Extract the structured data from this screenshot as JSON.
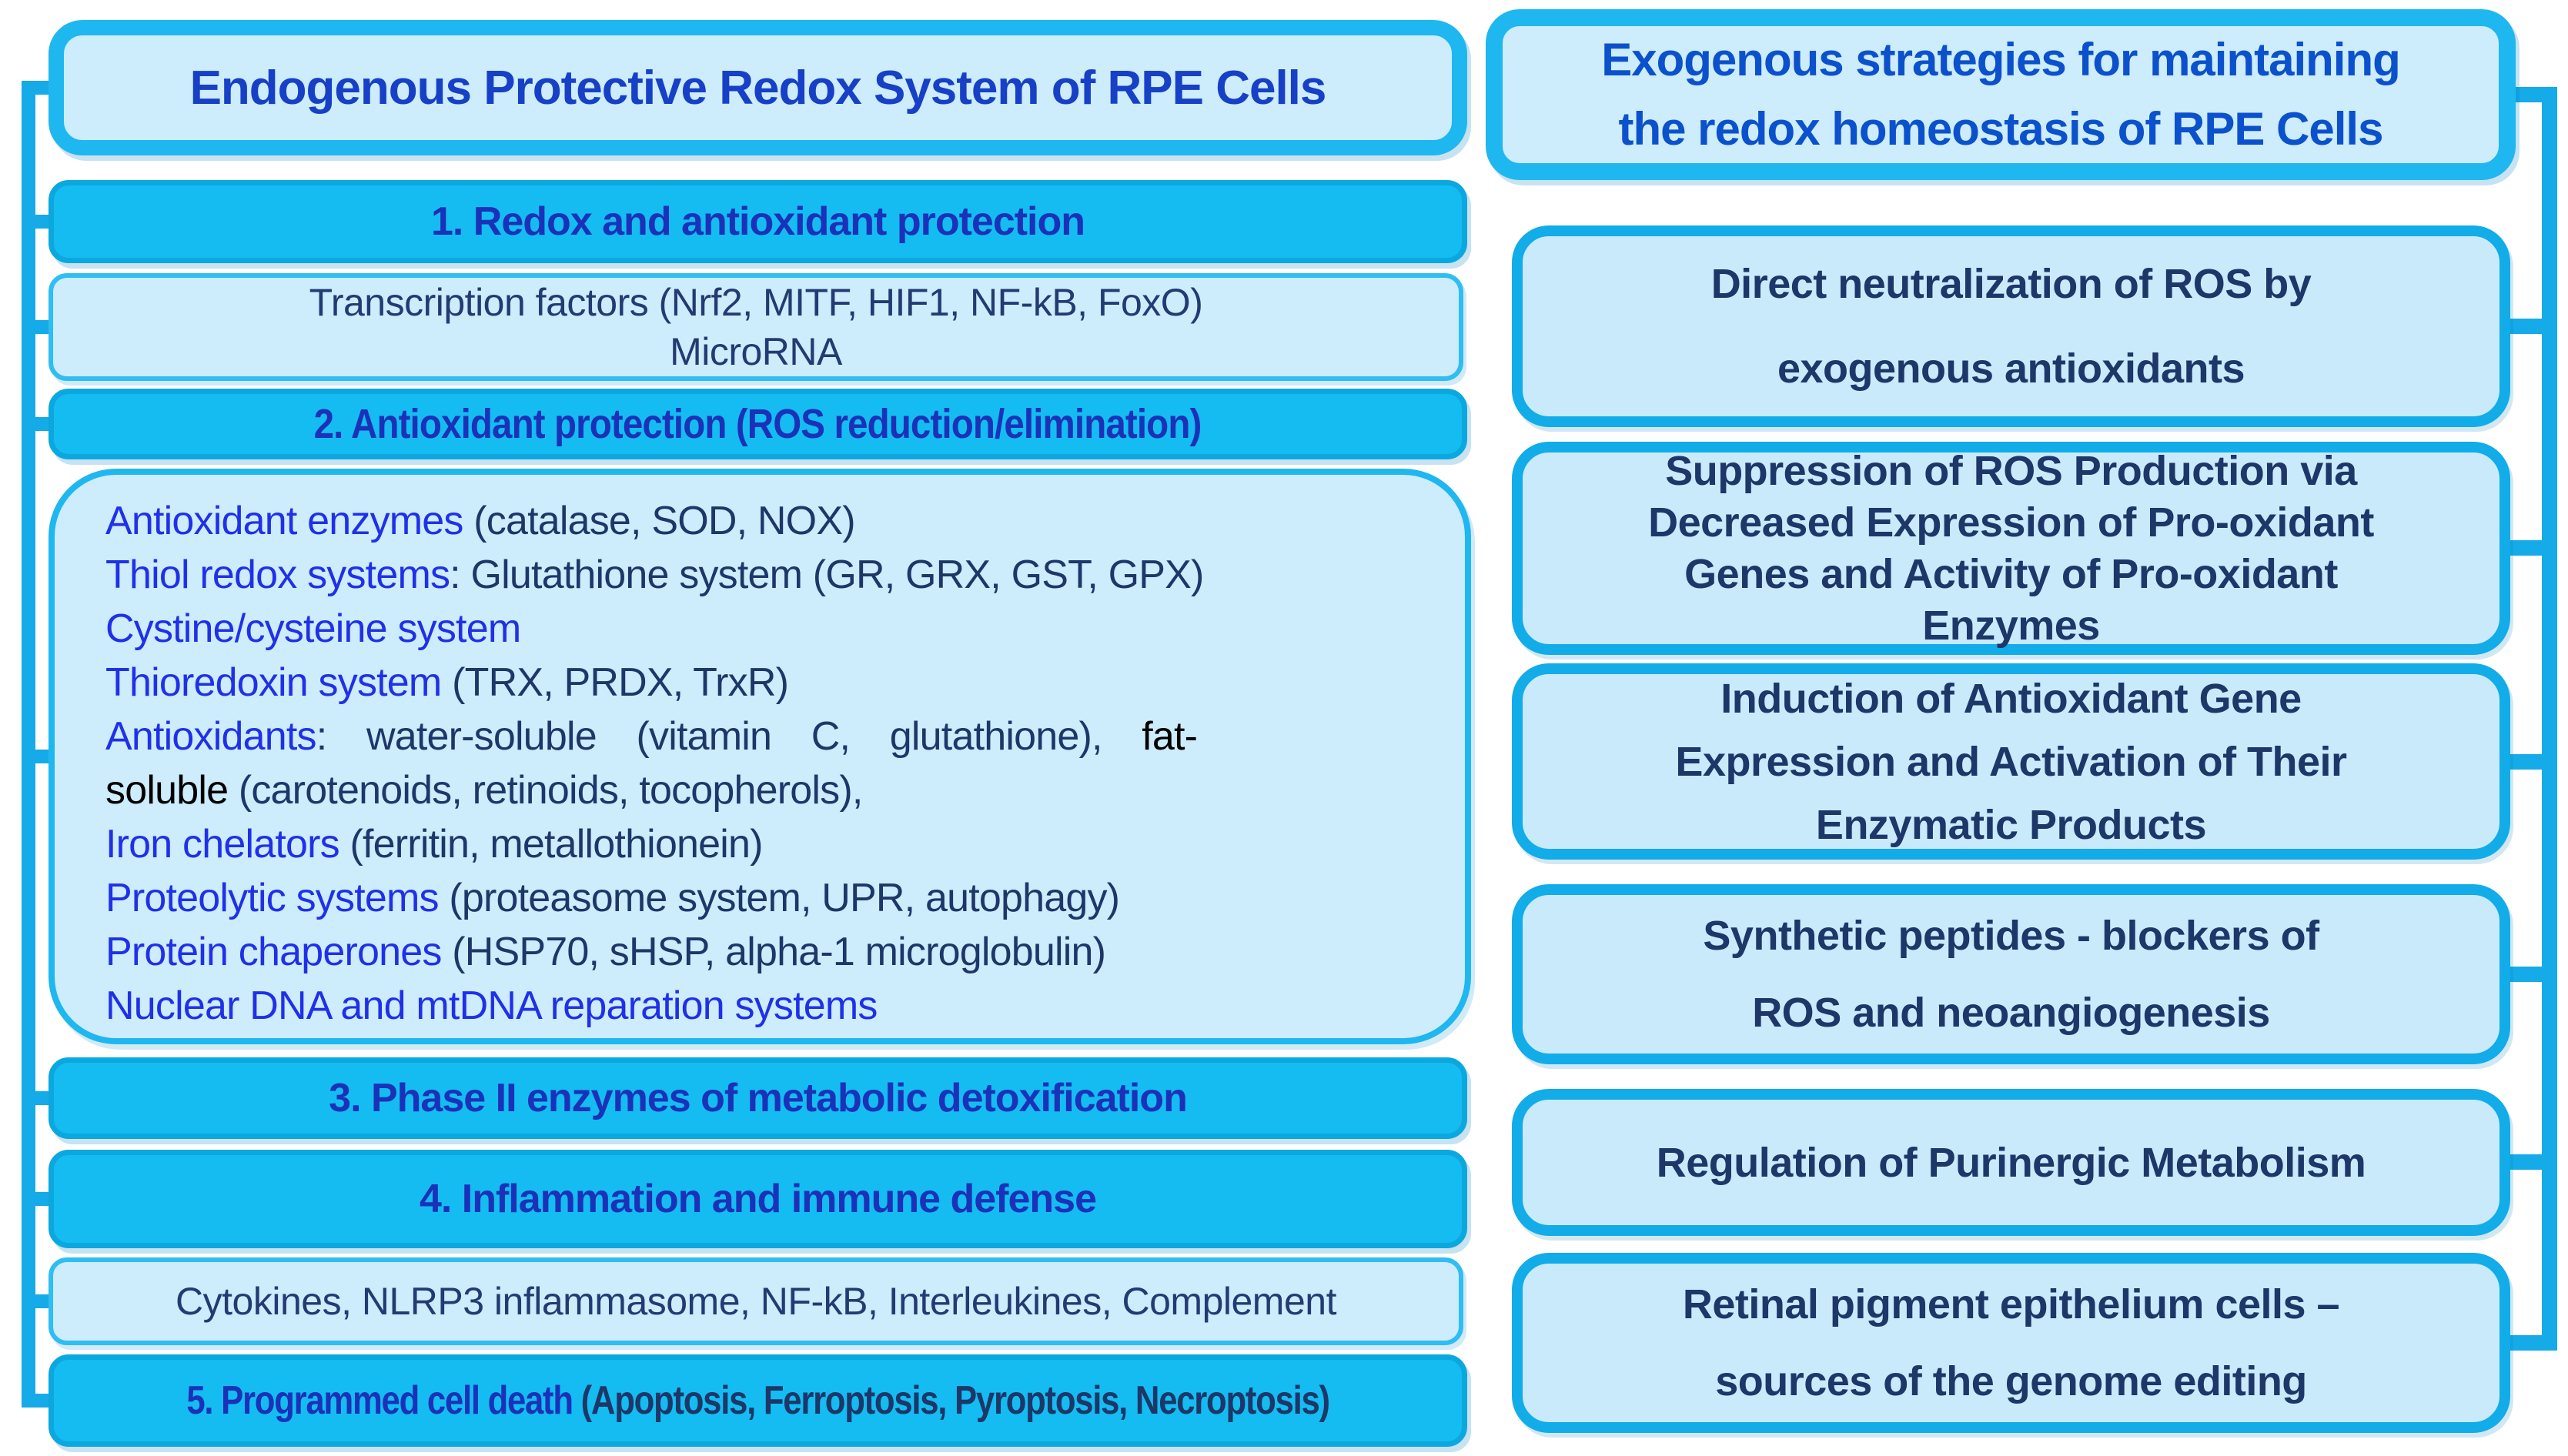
{
  "colors": {
    "connector": "#15AAE8",
    "cyan_box_fill": "#14BCF2",
    "cyan_box_border": "#0BA8DF",
    "light_box_fill": "#CDECFC",
    "light_box_border": "#1FB7F0",
    "right_box_fill": "#C9EAFB",
    "right_box_border": "#12ACE8",
    "left_title_text": "#1740C6",
    "right_title_text": "#0C51CC",
    "section_heading_text": "#1B32B8",
    "category_blue_text": "#2030E8",
    "navy_text": "#1C3768",
    "black_text": "#000000"
  },
  "left_panel": {
    "title": "Endogenous Protective Redox System of RPE Cells",
    "section1": "1. Redox and antioxidant protection",
    "transcription_line1": "Transcription factors (Nrf2, MITF, HIF1, NF-kB, FoxO)",
    "transcription_line2": "MicroRNA",
    "section2": "2. Antioxidant protection (ROS reduction/elimination)",
    "antioxidant_box_lines": [
      {
        "parts": [
          {
            "text": "Antioxidant enzymes",
            "color": "blue"
          },
          {
            "text": " (catalase, SOD, NOX)",
            "color": "navy"
          }
        ]
      },
      {
        "parts": [
          {
            "text": "Thiol redox systems",
            "color": "blue"
          },
          {
            "text": ": Glutathione system (GR, GRX, GST, GPX)",
            "color": "navy"
          }
        ]
      },
      {
        "parts": [
          {
            "text": "Cystine/cysteine system",
            "color": "blue"
          }
        ]
      },
      {
        "parts": [
          {
            "text": "Thioredoxin system",
            "color": "blue"
          },
          {
            "text": " (TRX, PRDX, TrxR)",
            "color": "navy"
          }
        ]
      },
      {
        "parts": [
          {
            "text": "Antioxidants",
            "color": "blue"
          },
          {
            "text": ": water-soluble (vitamin C, glutathione), ",
            "color": "navy"
          },
          {
            "text": "fat-",
            "color": "black"
          }
        ],
        "justified": true
      },
      {
        "parts": [
          {
            "text": "soluble",
            "color": "black"
          },
          {
            "text": " (carotenoids, retinoids, tocopherols),",
            "color": "navy"
          }
        ]
      },
      {
        "parts": [
          {
            "text": "Iron chelators",
            "color": "blue"
          },
          {
            "text": " (ferritin, metallothionein)",
            "color": "navy"
          }
        ]
      },
      {
        "parts": [
          {
            "text": "Proteolytic systems",
            "color": "blue"
          },
          {
            "text": " (proteasome system, UPR, autophagy)",
            "color": "navy"
          }
        ]
      },
      {
        "parts": [
          {
            "text": "Protein chaperones",
            "color": "blue"
          },
          {
            "text": " (HSP70, sHSP, alpha-1 microglobulin)",
            "color": "navy"
          }
        ]
      },
      {
        "parts": [
          {
            "text": "Nuclear DNA and mtDNA reparation systems",
            "color": "blue"
          }
        ]
      }
    ],
    "section3": "3. Phase II enzymes of metabolic detoxification",
    "section4": "4. Inflammation and immune defense",
    "cytokines": "Cytokines, NLRP3 inflammasome, NF-kB, Interleukines, Complement",
    "section5_label": "5. Programmed cell death",
    "section5_detail": " (Apoptosis, Ferroptosis, Pyroptosis, Necroptosis)"
  },
  "right_panel": {
    "title_line1": "Exogenous strategies for maintaining",
    "title_line2": "the redox homeostasis of RPE Cells",
    "boxes": [
      {
        "lines": [
          "Direct neutralization of ROS by",
          "exogenous antioxidants"
        ]
      },
      {
        "lines": [
          "Suppression of ROS Production via",
          "Decreased Expression of Pro-oxidant",
          "Genes and Activity of Pro-oxidant",
          "Enzymes"
        ]
      },
      {
        "lines": [
          "Induction of Antioxidant Gene",
          "Expression and Activation of Their",
          "Enzymatic Products"
        ]
      },
      {
        "lines": [
          "Synthetic peptides - blockers of",
          "ROS and neoangiogenesis"
        ]
      },
      {
        "lines": [
          "Regulation of Purinergic Metabolism"
        ]
      },
      {
        "lines": [
          "Retinal pigment epithelium cells –",
          "sources of the genome editing"
        ]
      }
    ]
  }
}
